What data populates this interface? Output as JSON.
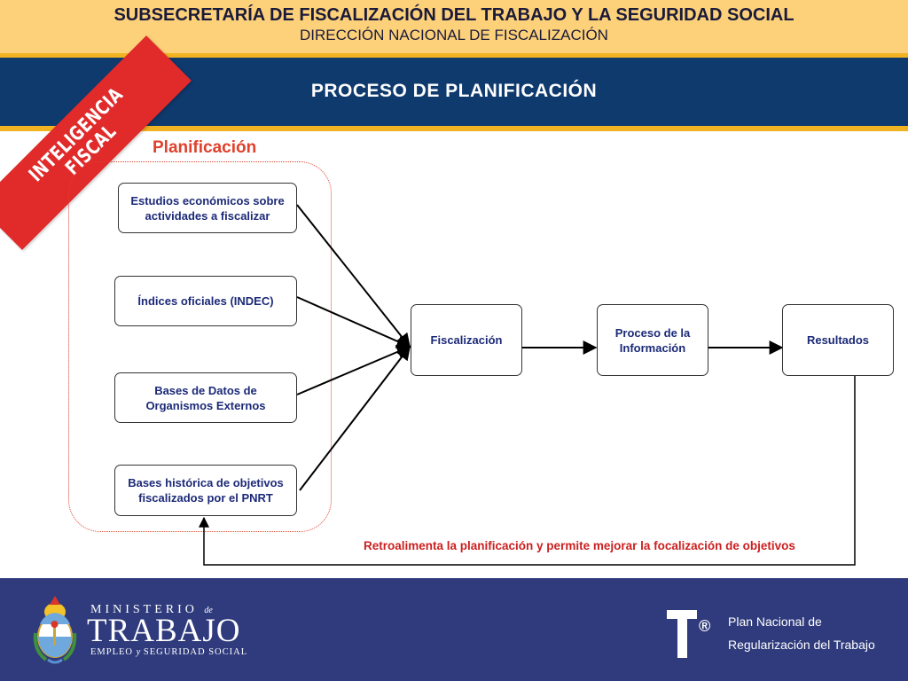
{
  "header": {
    "title": "SUBSECRETARÍA DE FISCALIZACIÓN DEL TRABAJO Y LA SEGURIDAD SOCIAL",
    "subtitle": "DIRECCIÓN NACIONAL DE FISCALIZACIÓN",
    "process_title": "PROCESO DE PLANIFICACIÓN"
  },
  "ribbon": {
    "line1": "INTELIGENCIA",
    "line2": "FISCAL",
    "color": "#e12a2a"
  },
  "diagram": {
    "planning_label": "Planificación",
    "inputs": [
      "Estudios económicos sobre actividades a fiscalizar",
      "Índices oficiales (INDEC)",
      "Bases de Datos de Organismos Externos",
      "Bases histórica de objetivos fiscalizados por el PNRT"
    ],
    "steps": [
      "Fiscalización",
      "Proceso de la Información",
      "Resultados"
    ],
    "feedback_label": "Retroalimenta la planificación y permite mejorar la focalización de objetivos"
  },
  "footer": {
    "ministry_top": "MINISTERIO",
    "ministry_de": "de",
    "ministry_main": "TRABAJO",
    "ministry_bottom_a": "EMPLEO",
    "ministry_bottom_y": "y",
    "ministry_bottom_b": "SEGURIDAD SOCIAL",
    "logo_letter": "T",
    "logo_mark": "®",
    "plan_line1": "Plan Nacional de",
    "plan_line2": "Regularización del Trabajo"
  },
  "colors": {
    "top_band": "#fdd17a",
    "gold": "#f2b322",
    "navy": "#0f3a6e",
    "footer": "#2f3b7c",
    "box_text": "#1c2a78",
    "accent_red": "#e0402c"
  }
}
